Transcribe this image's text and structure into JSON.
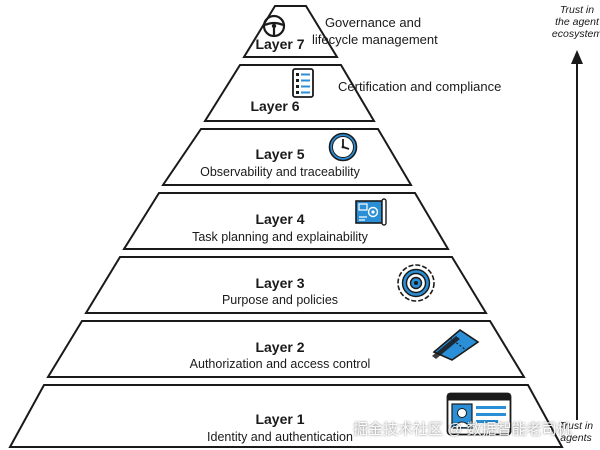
{
  "layers": [
    {
      "title": "Layer 7",
      "subtitle": "Governance and lifecycle management",
      "subtitle_lines": [
        "Governance and",
        "lifecycle management"
      ]
    },
    {
      "title": "Layer 6",
      "subtitle": "Certification and compliance"
    },
    {
      "title": "Layer 5",
      "subtitle": "Observability and traceability"
    },
    {
      "title": "Layer 4",
      "subtitle": "Task planning and explainability"
    },
    {
      "title": "Layer 3",
      "subtitle": "Purpose and policies"
    },
    {
      "title": "Layer 2",
      "subtitle": "Authorization and access control"
    },
    {
      "title": "Layer 1",
      "subtitle": "Identity and authentication"
    }
  ],
  "arrow": {
    "top_label_lines": [
      "Trust in",
      "the agent",
      "ecosystem"
    ],
    "bottom_label_lines": [
      "Trust in",
      "agents"
    ]
  },
  "icons": {
    "layer7": "steering-wheel-icon",
    "layer6": "checklist-icon",
    "layer5": "clock-icon",
    "layer4": "blueprint-icon",
    "layer3": "target-icon",
    "layer2": "ticket-icon",
    "layer1": "id-card-icon"
  },
  "colors": {
    "accent": "#2a8fd6",
    "outline": "#1a1a1a"
  },
  "watermark": "掘金技术社区 @ 数据智能老司机"
}
